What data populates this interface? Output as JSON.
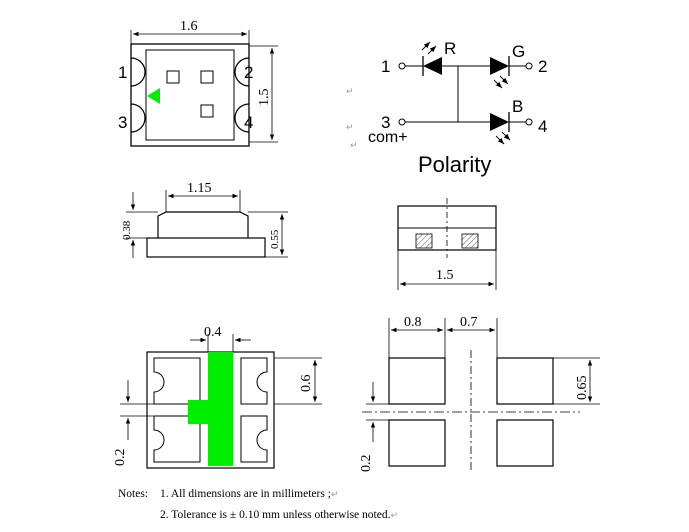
{
  "top_view": {
    "width_label": "1.6",
    "height_label": "1.5",
    "pins": [
      "1",
      "2",
      "3",
      "4"
    ]
  },
  "schematic": {
    "pins": [
      "1",
      "2",
      "3",
      "4"
    ],
    "led_labels": [
      "R",
      "G",
      "B"
    ],
    "common_label": "com+",
    "title": "Polarity"
  },
  "side_view": {
    "top_width_label": "1.15",
    "top_height_label": "0.38",
    "total_height_label": "0.55"
  },
  "front_view": {
    "width_label": "1.5"
  },
  "bottom_view": {
    "center_width_label": "0.4",
    "pad_height_label": "0.6",
    "gap_label": "0.2"
  },
  "footprint": {
    "pad_width_label": "0.8",
    "spacing_label": "0.7",
    "pad_height_label": "0.65",
    "gap_label": "0.2"
  },
  "notes": {
    "heading": "Notes:",
    "line1": "1. All dimensions are in millimeters ;",
    "line2": "2. Tolerance is ± 0.10 mm unless otherwise noted."
  },
  "colors": {
    "green_marker": "#00ee00",
    "line": "#000000",
    "hatch": "#555555"
  },
  "marks": {
    "paragraph": "↵"
  }
}
